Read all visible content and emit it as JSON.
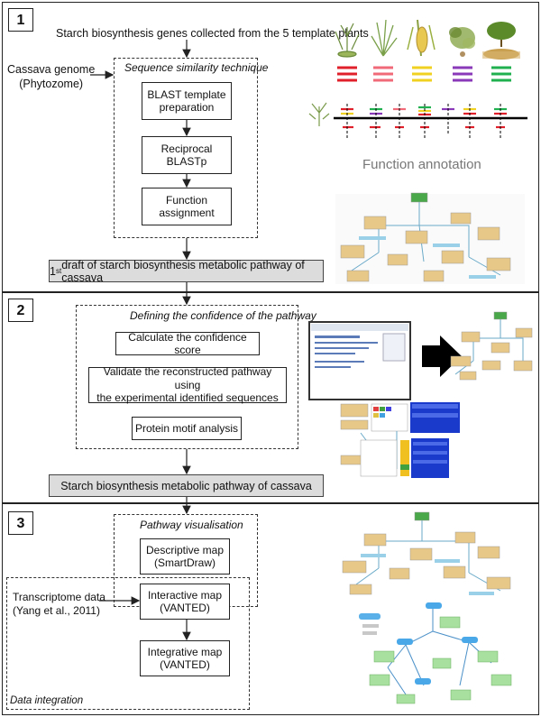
{
  "panels": [
    {
      "number": "1"
    },
    {
      "number": "2"
    },
    {
      "number": "3"
    }
  ],
  "panel1": {
    "source_label": "Starch biosynthesis genes collected from the 5 template plants",
    "genome_label": "Cassava genome\n(Phytozome)",
    "technique_title": "Sequence similarity technique",
    "steps": [
      "BLAST template\npreparation",
      "Reciprocal\nBLASTp",
      "Function\nassignment"
    ],
    "result_sup": "st",
    "result_num": "1",
    "result_label": " draft of starch biosynthesis metabolic pathway of cassava",
    "annotation_title": "Function annotation"
  },
  "panel2": {
    "section_title": "Defining the confidence of the pathway",
    "steps": [
      "Calculate the confidence score",
      "Validate the reconstructed pathway using\nthe experimental identified sequences",
      "Protein motif analysis"
    ],
    "result_label": "Starch biosynthesis metabolic pathway of cassava"
  },
  "panel3": {
    "section_title": "Pathway visualisation",
    "steps": [
      "Descriptive map\n(SmartDraw)",
      "Interactive map\n(VANTED)",
      "Integrative map\n(VANTED)"
    ],
    "transcriptome_label": "Transcriptome data\n(Yang et al., 2011)",
    "integration_label": "Data integration"
  },
  "colors": {
    "plant_bars": [
      "#e0202a",
      "#f06a78",
      "#f0d020",
      "#8a3ab9",
      "#20b050"
    ],
    "result_fill": "#dcdcdc",
    "arrow_fill": "#000000"
  }
}
